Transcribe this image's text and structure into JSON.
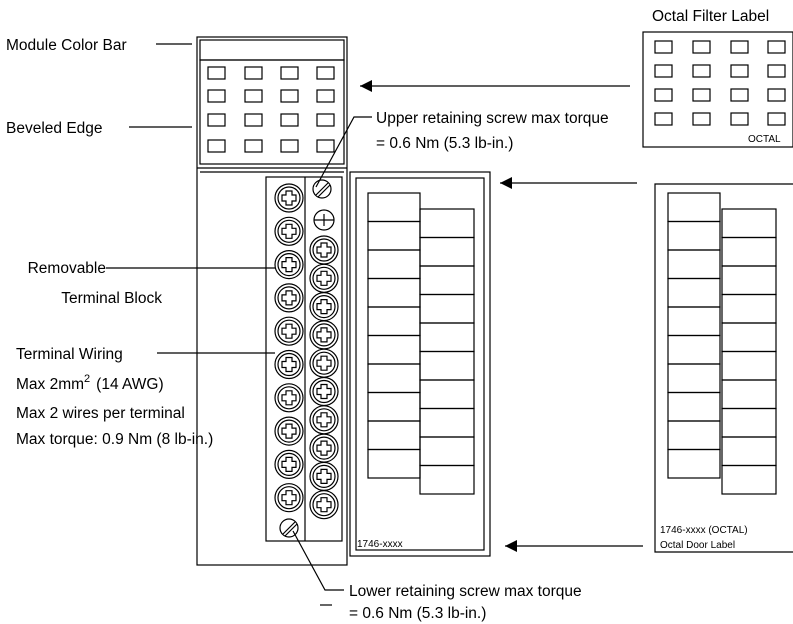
{
  "labels": {
    "module_color_bar": "Module Color Bar",
    "beveled_edge": "Beveled Edge",
    "removable_terminal_block_line1": "Removable",
    "removable_terminal_block_line2": "Terminal Block",
    "terminal_wiring": "Terminal Wiring",
    "wiring_max_size_prefix": "Max 2mm",
    "wiring_max_size_superscript": "2",
    "wiring_max_size_suffix": "(14 AWG)",
    "wiring_max_wires": "Max 2 wires per terminal",
    "wiring_max_torque": "Max torque: 0.9 Nm (8 lb-in.)",
    "upper_screw_line1": "Upper retaining screw max torque",
    "upper_screw_line2": "= 0.6 Nm (5.3 lb-in.)",
    "lower_screw_line1": "Lower retaining screw max torque",
    "lower_screw_line2": "= 0.6 Nm (5.3 lb-in.)",
    "octal_filter_label": "Octal Filter Label",
    "octal": "OCTAL",
    "door_label_part": "1746-xxxx",
    "octal_door_part": "1746-xxxx (OCTAL)",
    "octal_door_label": "Octal Door Label"
  },
  "layout_counts": {
    "led_rows": 4,
    "led_cols": 4,
    "terminal_rows": 10,
    "door_rows": 10
  }
}
